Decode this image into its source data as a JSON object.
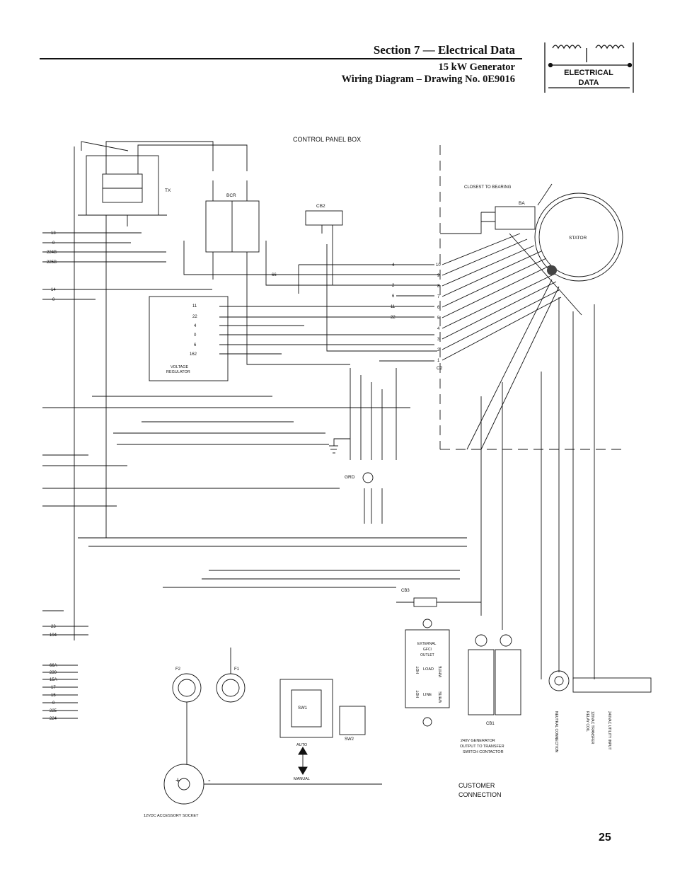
{
  "header": {
    "section_title": "Section 7 — Electrical Data",
    "subtitle_line1": "15 kW Generator",
    "subtitle_line2": "Wiring Diagram – Drawing No. 0E9016",
    "badge_line1": "ELECTRICAL",
    "badge_line2": "DATA"
  },
  "page_number": "25",
  "diagram": {
    "control_panel_box": "CONTROL PANEL BOX",
    "closest_to_bearing": "CLOSEST TO BEARING",
    "stator": "STATOR",
    "ba": "BA",
    "bcr": "BCR",
    "tx": "TX",
    "cb2": "CB2",
    "c2": "C2",
    "grd": "GRD",
    "voltage_regulator_1": "VOLTAGE",
    "voltage_regulator_2": "REGULATOR",
    "cb3": "CB3",
    "cb1": "CB1",
    "sw1": "SW1",
    "sw2": "SW2",
    "f1": "F1",
    "f2": "F2",
    "auto": "AUTO",
    "manual": "MANUAL",
    "gfci_1": "EXTERNAL",
    "gfci_2": "GFCI",
    "gfci_3": "OUTLET",
    "load": "LOAD",
    "line": "LINE",
    "hot": "HOT",
    "white": "WHITE",
    "accessory_socket": "12VDC ACCESSORY SOCKET",
    "gen_output_1": "240V GENERATOR",
    "gen_output_2": "OUTPUT TO TRANSFER",
    "gen_output_3": "SWITCH CONTACTOR",
    "customer_1": "CUSTOMER",
    "customer_2": "CONNECTION",
    "neutral_connection": "NEUTRAL CONNECTION",
    "relay_coil_1": "120VAC TRANSFER",
    "relay_coil_2": "RELAY COIL",
    "utility_input": "240VAC UTILITY INPUT",
    "c2_pins": [
      "10",
      "9",
      "8",
      "7",
      "6",
      "5",
      "4",
      "3",
      "2",
      "1"
    ],
    "c2_left_wires": [
      "4",
      "66",
      "2",
      "6",
      "11",
      "22",
      "",
      "",
      "",
      ""
    ],
    "vr_pins": [
      "11",
      "22",
      "4",
      "0",
      "6",
      "162"
    ],
    "left_wires_top": [
      "13",
      "0",
      "224B",
      "225B",
      "14",
      "0"
    ],
    "left_wires_bottom": [
      "23",
      "194",
      "66A",
      "239",
      "15A",
      "17",
      "15",
      "0",
      "225",
      "224"
    ]
  }
}
